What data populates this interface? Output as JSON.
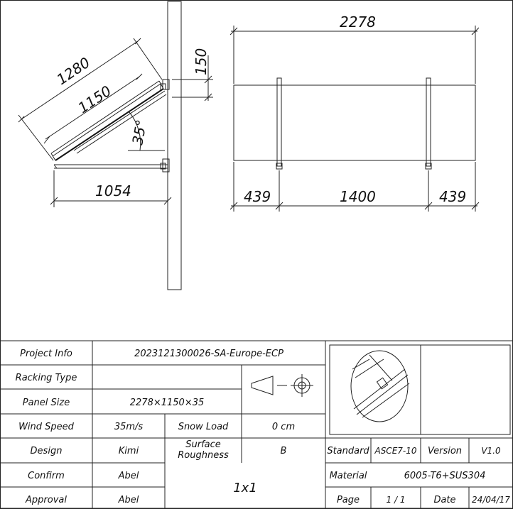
{
  "dimensions": {
    "panel_length_diag": "1280",
    "rail_length": "1150",
    "tilt_angle": "35°",
    "base_length": "1054",
    "mount_offset": "150",
    "panel_width": "2278",
    "edge_left": "439",
    "rail_spacing": "1400",
    "edge_right": "439"
  },
  "title_block": {
    "project_info_label": "Project Info",
    "project_info_value": "2023121300026-SA-Europe-ECP",
    "racking_type_label": "Racking Type",
    "racking_type_value": "",
    "panel_size_label": "Panel Size",
    "panel_size_value": "2278×1150×35",
    "wind_speed_label": "Wind Speed",
    "wind_speed_value": "35m/s",
    "snow_load_label": "Snow Load",
    "snow_load_value": "0 cm",
    "design_label": "Design",
    "design_value": "Kimi",
    "surface_roughness_label_1": "Surface",
    "surface_roughness_label_2": "Roughness",
    "surface_roughness_value": "B",
    "confirm_label": "Confirm",
    "confirm_value": "Abel",
    "approval_label": "Approval",
    "approval_value": "Abel",
    "array_config": "1x1",
    "standard_label": "Standard",
    "standard_value": "ASCE7-10",
    "version_label": "Version",
    "version_value": "V1.0",
    "material_label": "Material",
    "material_value": "6005-T6+SUS304",
    "page_label": "Page",
    "page_value": "1 / 1",
    "date_label": "Date",
    "date_value": "24/04/17"
  }
}
